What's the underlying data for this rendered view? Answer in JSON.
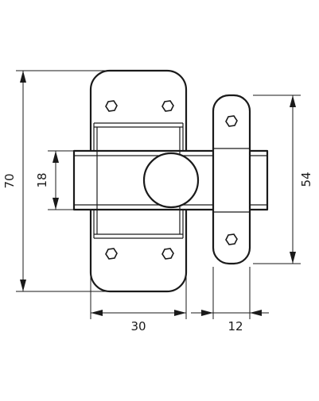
{
  "dimensions": {
    "height_total": "70",
    "height_bolt": "18",
    "height_keeper": "54",
    "width_body": "30",
    "width_keeper": "12"
  },
  "colors": {
    "line": "#1a1a1a",
    "background": "#ffffff"
  }
}
